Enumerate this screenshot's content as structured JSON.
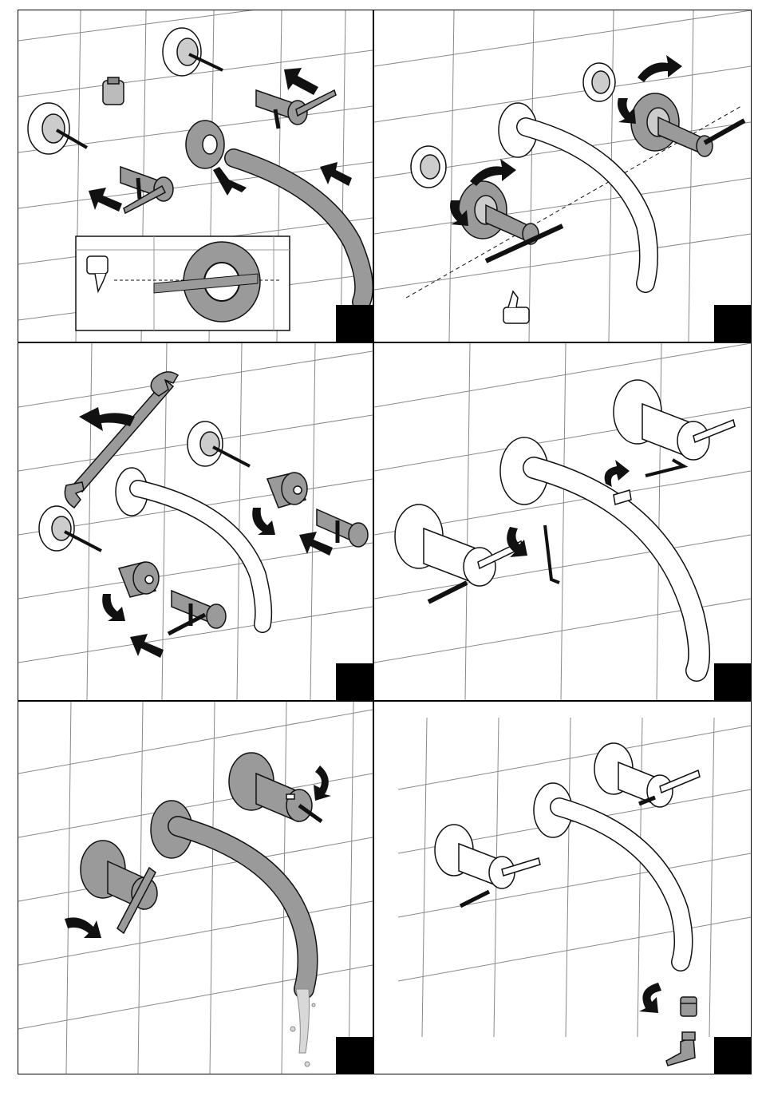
{
  "steps": [
    {
      "id": 1,
      "description_icons": [
        "wall-tiles",
        "valve-stem",
        "cartridge",
        "rosette",
        "lever-handle",
        "spout",
        "push-arrow",
        "thumbs-down-icon"
      ]
    },
    {
      "id": 2,
      "description_icons": [
        "wall-tiles",
        "valve-stem",
        "rosette",
        "rotate-arrow",
        "spout",
        "alignment-line",
        "thumbs-up-icon"
      ]
    },
    {
      "id": 3,
      "description_icons": [
        "wall-tiles",
        "wrench",
        "valve-stem",
        "sleeve",
        "lever-handle",
        "spout",
        "rotate-arrow",
        "push-arrow"
      ]
    },
    {
      "id": 4,
      "description_icons": [
        "wall-tiles",
        "rosette",
        "lever-handle",
        "spout",
        "hex-key",
        "rotate-arrow"
      ]
    },
    {
      "id": 5,
      "description_icons": [
        "wall-tiles",
        "rosette",
        "lever-handle",
        "spout",
        "water-flow",
        "rotate-arrow"
      ]
    },
    {
      "id": 6,
      "description_icons": [
        "wall-tiles",
        "rosette",
        "lever-handle",
        "spout",
        "aerator",
        "aerator-key",
        "rotate-arrow"
      ]
    }
  ],
  "colors": {
    "line": "#111111",
    "fill_gray": "#9a9a9a",
    "fill_light": "#ffffff",
    "marker": "#000000"
  }
}
